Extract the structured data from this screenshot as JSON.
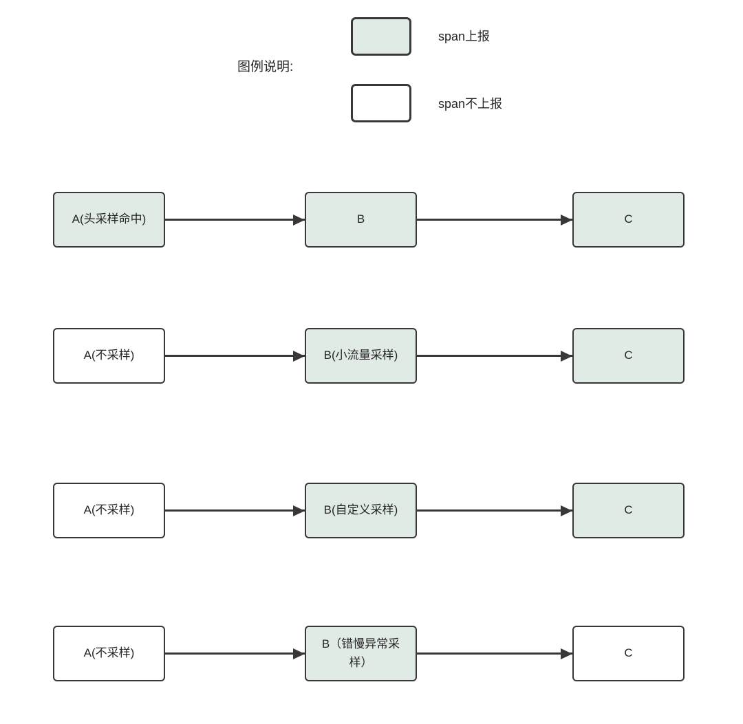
{
  "legend": {
    "title": "图例说明:",
    "items": [
      {
        "label": "span上报",
        "filled": true
      },
      {
        "label": "span不上报",
        "filled": false
      }
    ]
  },
  "rows": [
    {
      "nodes": [
        {
          "label": "A(头采样命中)",
          "filled": true
        },
        {
          "label": "B",
          "filled": true
        },
        {
          "label": "C",
          "filled": true
        }
      ]
    },
    {
      "nodes": [
        {
          "label": "A(不采样)",
          "filled": false
        },
        {
          "label": "B(小流量采样)",
          "filled": true
        },
        {
          "label": "C",
          "filled": true
        }
      ]
    },
    {
      "nodes": [
        {
          "label": "A(不采样)",
          "filled": false
        },
        {
          "label": "B(自定义采样)",
          "filled": true
        },
        {
          "label": "C",
          "filled": true
        }
      ]
    },
    {
      "nodes": [
        {
          "label": "A(不采样)",
          "filled": false
        },
        {
          "label": "B（错慢异常采样）",
          "filled": true
        },
        {
          "label": "C",
          "filled": false
        }
      ]
    }
  ],
  "colors": {
    "reported_fill": "#e1ebe5",
    "not_reported_fill": "#ffffff",
    "border": "#383838",
    "arrow": "#383838"
  }
}
